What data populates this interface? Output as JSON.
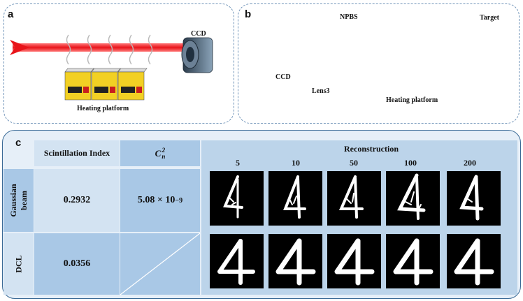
{
  "panel_a": {
    "label": "a",
    "ccd_label": "CCD",
    "platform_label": "Heating platform"
  },
  "panel_b": {
    "label": "b",
    "npbs_label": "NPBS",
    "target_label": "Target",
    "ccd_label": "CCD",
    "lens_label": "Lens3",
    "platform_label": "Heating platform"
  },
  "panel_c": {
    "label": "c",
    "headers": {
      "scintillation": "Scintillation Index",
      "cn2_base": "C",
      "cn2_sup": "2",
      "cn2_sub": "n",
      "reconstruction": "Reconstruction"
    },
    "iterations": [
      "5",
      "10",
      "50",
      "100",
      "200"
    ],
    "rows": [
      {
        "name_line1": "Gaussian",
        "name_line2": "beam",
        "scintillation_index": "0.2932",
        "cn2_mantissa": "5.08 × 10",
        "cn2_exponent": "−9"
      },
      {
        "name_line1": "DCL",
        "name_line2": "",
        "scintillation_index": "0.0356",
        "cn2_mantissa": "",
        "cn2_exponent": ""
      }
    ]
  },
  "colors": {
    "laser": "#e8141a",
    "panel_border": "#6f93b8",
    "table_light": "#d3e3f2",
    "table_mid": "#a9c8e6",
    "panel_c_bg": "#e6eff8"
  }
}
